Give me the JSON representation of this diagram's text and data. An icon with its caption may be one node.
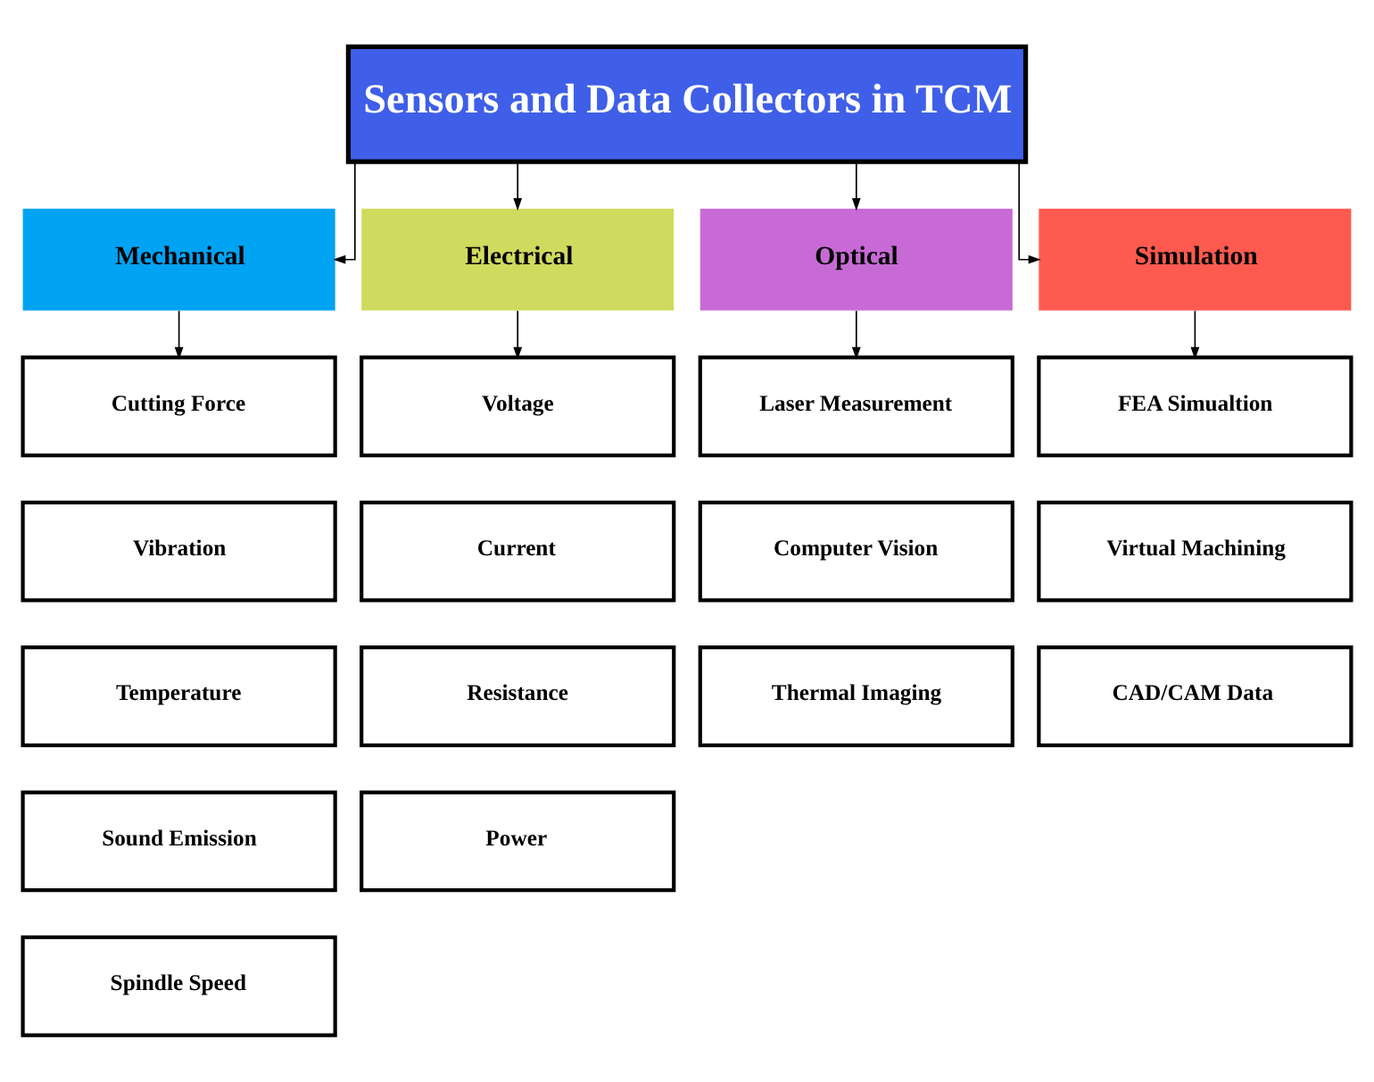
{
  "diagram": {
    "nodes": [
      {
        "text": [
          "Sensors and Data Collectors in TCM"
        ]
      },
      {
        "text": [
          "Mechanical"
        ]
      },
      {
        "text": [
          "Electrical"
        ]
      },
      {
        "text": [
          "Optical"
        ]
      },
      {
        "text": [
          "Simulation"
        ]
      },
      {
        "text": [
          "Cutting Force"
        ]
      },
      {
        "text": [
          "Vibration"
        ]
      },
      {
        "text": [
          "Temperature"
        ]
      },
      {
        "text": [
          "Sound Emission"
        ]
      },
      {
        "text": [
          "Spindle Speed"
        ]
      },
      {
        "text": [
          "Voltage"
        ]
      },
      {
        "text": [
          "Current"
        ]
      },
      {
        "text": [
          "Resistance"
        ]
      },
      {
        "text": [
          "Power"
        ]
      },
      {
        "text": [
          "Laser Measurement"
        ]
      },
      {
        "text": [
          "Computer Vision"
        ]
      },
      {
        "text": [
          "Thermal Imaging"
        ]
      },
      {
        "text": [
          "FEA Simualtion"
        ]
      },
      {
        "text": [
          "Virtual Machining"
        ]
      },
      {
        "text": [
          "CAD/CAM Data"
        ]
      }
    ],
    "edges": [
      {
        "from": 0,
        "to": 1,
        "arrow": "to"
      },
      {
        "from": 0,
        "to": 2,
        "arrow": "to"
      },
      {
        "from": 0,
        "to": 3,
        "arrow": "to"
      },
      {
        "from": 0,
        "to": 4,
        "arrow": "to"
      },
      {
        "from": 1,
        "to": 5,
        "arrow": "to"
      },
      {
        "from": 2,
        "to": 10,
        "arrow": "to"
      },
      {
        "from": 3,
        "to": 14,
        "arrow": "to"
      },
      {
        "from": 4,
        "to": 17,
        "arrow": "to"
      }
    ]
  }
}
